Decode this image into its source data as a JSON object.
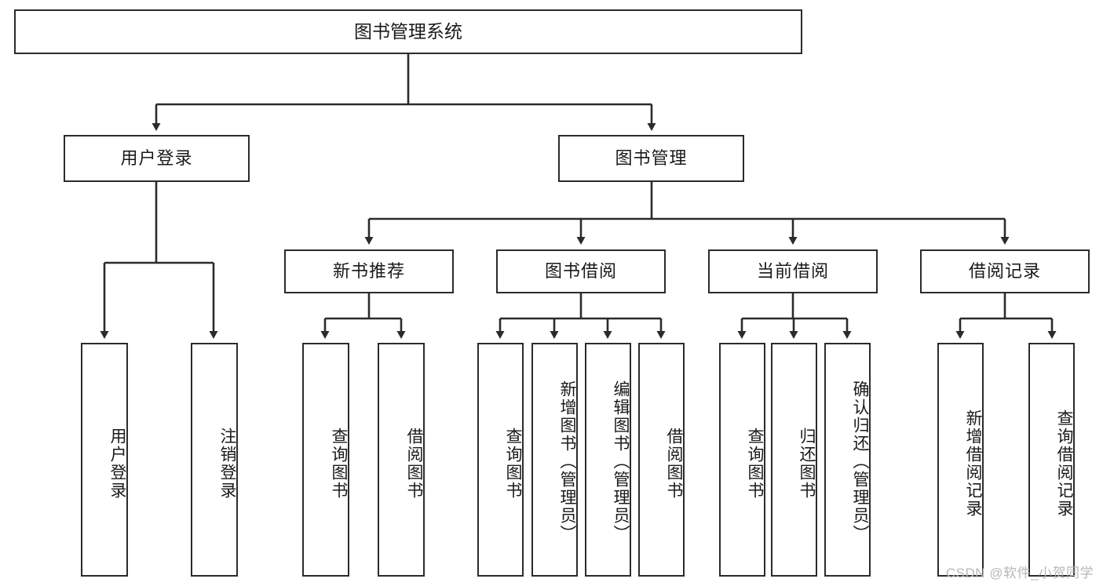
{
  "diagram": {
    "type": "tree-hierarchy",
    "title": "图书管理系统",
    "watermark": "CSDN @软件_小贺同学",
    "colors": {
      "stroke": "#2b2b2b",
      "background": "#ffffff",
      "text": "#1a1a1a",
      "watermark": "#b8b8b8"
    },
    "nodes": {
      "root": {
        "label": "图书管理系统"
      },
      "level2": [
        {
          "label": "用户登录"
        },
        {
          "label": "图书管理"
        }
      ],
      "level3": [
        {
          "label": "新书推荐"
        },
        {
          "label": "图书借阅"
        },
        {
          "label": "当前借阅"
        },
        {
          "label": "借阅记录"
        }
      ],
      "leaves": {
        "user_login": [
          {
            "label": "用户登录"
          },
          {
            "label": "注销登录"
          }
        ],
        "new_book": [
          {
            "label": "查询图书"
          },
          {
            "label": "借阅图书"
          }
        ],
        "book_borrow": [
          {
            "label": "查询图书"
          },
          {
            "label": "新增图书（管理员）"
          },
          {
            "label": "编辑图书（管理员）"
          },
          {
            "label": "借阅图书"
          }
        ],
        "current_borrow": [
          {
            "label": "查询图书"
          },
          {
            "label": "归还图书"
          },
          {
            "label": "确认归还（管理员）"
          }
        ],
        "borrow_record": [
          {
            "label": "新增借阅记录"
          },
          {
            "label": "查询借阅记录"
          }
        ]
      }
    }
  }
}
